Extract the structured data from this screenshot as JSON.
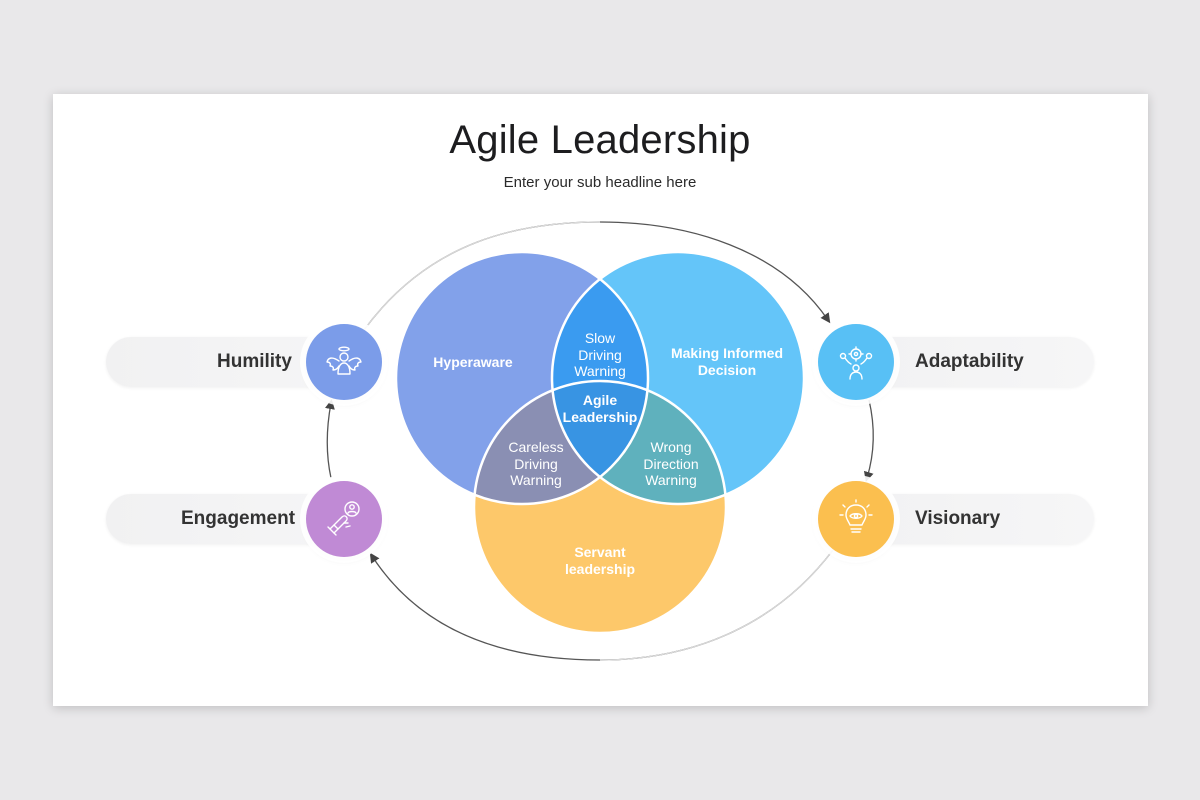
{
  "title": "Agile Leadership",
  "subtitle": "Enter your sub headline here",
  "venn": {
    "hyperaware": "Hyperaware",
    "informed": "Making Informed Decision",
    "servant": "Servant leadership",
    "slow": "Slow Driving Warning",
    "careless": "Careless Driving Warning",
    "wrong": "Wrong Direction Warning",
    "center": "Agile Leadership"
  },
  "items": {
    "humility": "Humility",
    "engagement": "Engagement",
    "adaptability": "Adaptability",
    "visionary": "Visionary"
  },
  "colors": {
    "blue": "#7b9ce9",
    "sky": "#53bff8",
    "yellow": "#fdc35d",
    "purple": "#c08ad5",
    "humility_badge": "#7b9ce9",
    "adaptability_badge": "#58c0f5",
    "visionary_badge": "#fbbf4f"
  },
  "icons": {
    "humility": "angel-icon",
    "engagement": "magnet-person-icon",
    "adaptability": "person-gears-icon",
    "visionary": "lightbulb-eye-icon"
  }
}
